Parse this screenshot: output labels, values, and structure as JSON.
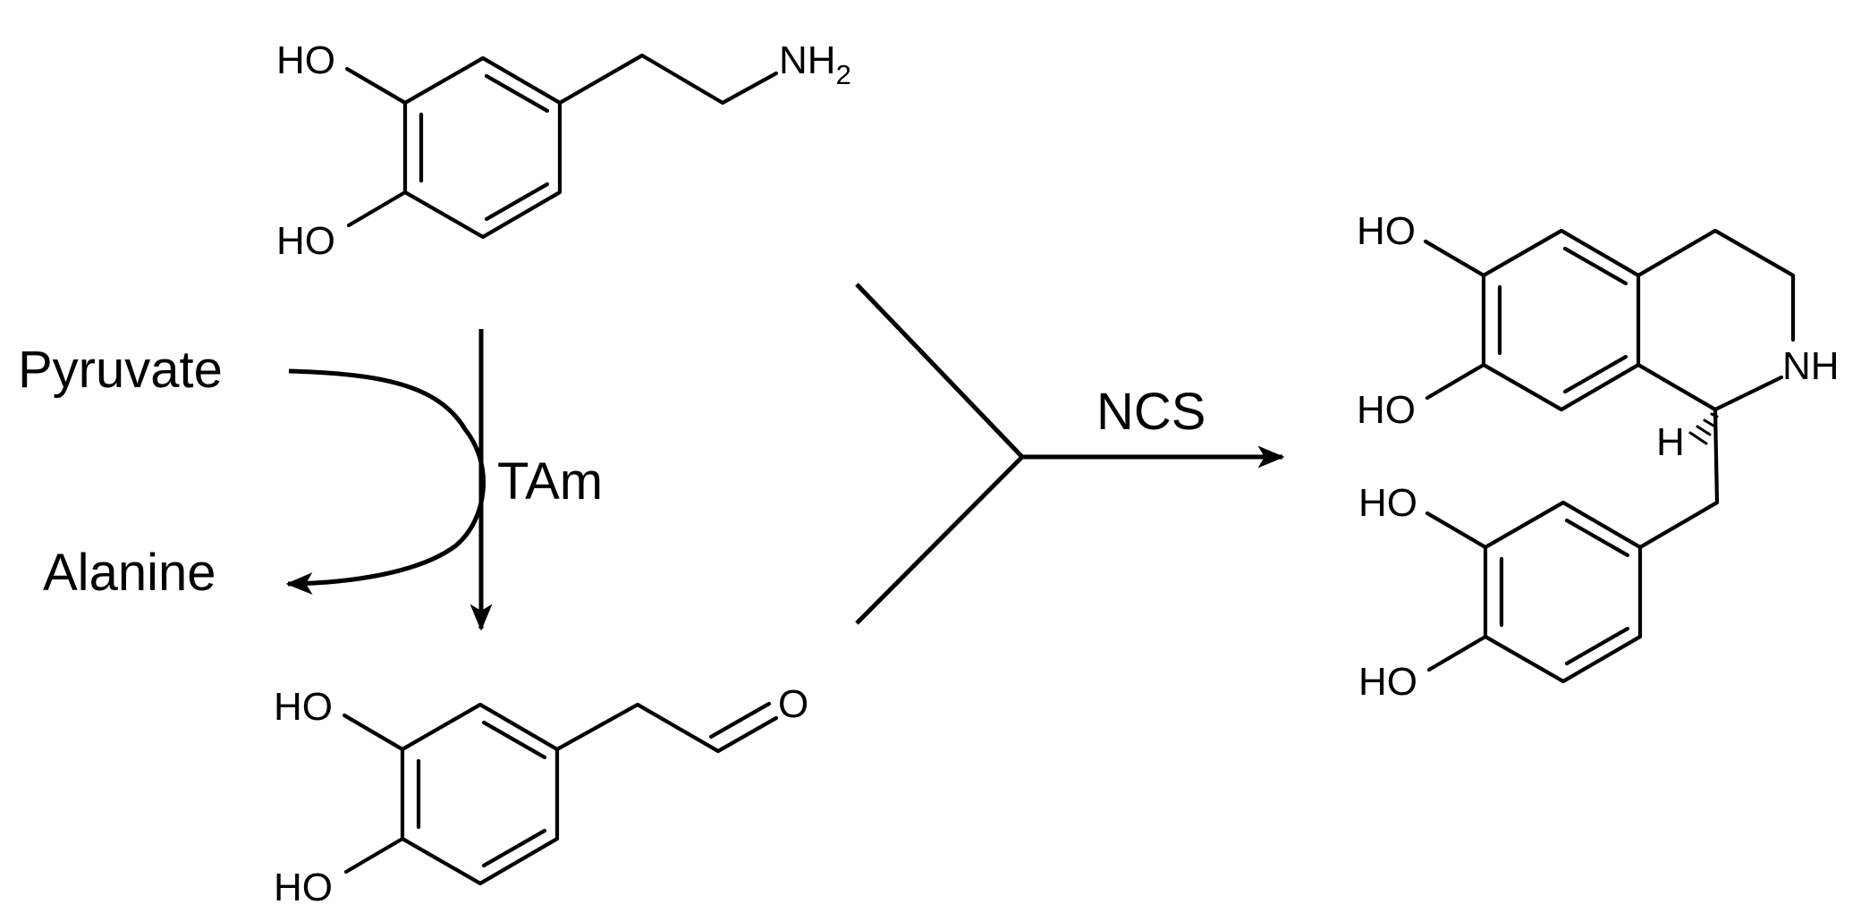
{
  "labels": {
    "pyruvate": "Pyruvate",
    "alanine": "Alanine",
    "enzyme_tam": "TAm",
    "enzyme_ncs": "NCS"
  },
  "atoms": {
    "dopamine": {
      "oh_top": "HO",
      "oh_bottom": "HO",
      "amine": "NH",
      "amine_sub": "2"
    },
    "aldehyde": {
      "oh_top": "HO",
      "oh_bottom": "HO",
      "oxygen": "O"
    },
    "product": {
      "oh_1": "HO",
      "oh_2": "HO",
      "nh": "NH",
      "h": "H",
      "oh_3": "HO",
      "oh_4": "HO"
    }
  },
  "colors": {
    "ink": "#000000",
    "background": "#ffffff"
  }
}
